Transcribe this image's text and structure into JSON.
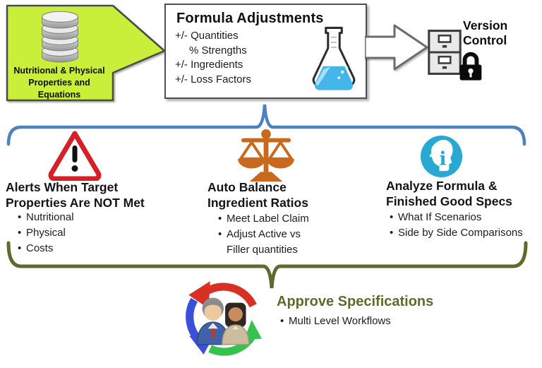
{
  "source_callout": {
    "label": "Nutritional & Physical\nProperties and Equations",
    "icon": "database-icon",
    "bg_color": "#c9ef3a"
  },
  "formula_box": {
    "title": "Formula Adjustments",
    "items": [
      "+/- Quantities",
      "% Strengths",
      "+/- Ingredients",
      "+/- Loss Factors"
    ],
    "icon": "flask-icon"
  },
  "version_control": {
    "label": "Version\nControl",
    "icons": [
      "file-cabinet-icon",
      "lock-icon"
    ]
  },
  "sections": {
    "alerts": {
      "icon": "warning-triangle-icon",
      "heading": "Alerts When Target\nProperties Are NOT Met",
      "bullets": [
        "Nutritional",
        "Physical",
        "Costs"
      ]
    },
    "balance": {
      "icon": "balance-scale-icon",
      "heading": "Auto Balance\nIngredient Ratios",
      "bullets": [
        "Meet Label Claim",
        "Adjust Active vs\nFiller quantities"
      ]
    },
    "analyze": {
      "icon": "head-info-icon",
      "heading": "Analyze Formula &\nFinished Good Specs",
      "bullets": [
        "What If Scenarios",
        "Side by Side Comparisons"
      ]
    }
  },
  "approve": {
    "icon": "approval-cycle-icon",
    "heading": "Approve Specifications",
    "bullets": [
      "Multi Level Workflows"
    ]
  },
  "colors": {
    "accent_blue": "#4f81bd",
    "accent_olive": "#5e6b2e",
    "alert_red": "#d61f26",
    "balance_orange": "#c8691e",
    "analyze_cyan": "#29a8d2",
    "source_green": "#c9ef3a",
    "liquid_blue": "#45b6ea"
  }
}
